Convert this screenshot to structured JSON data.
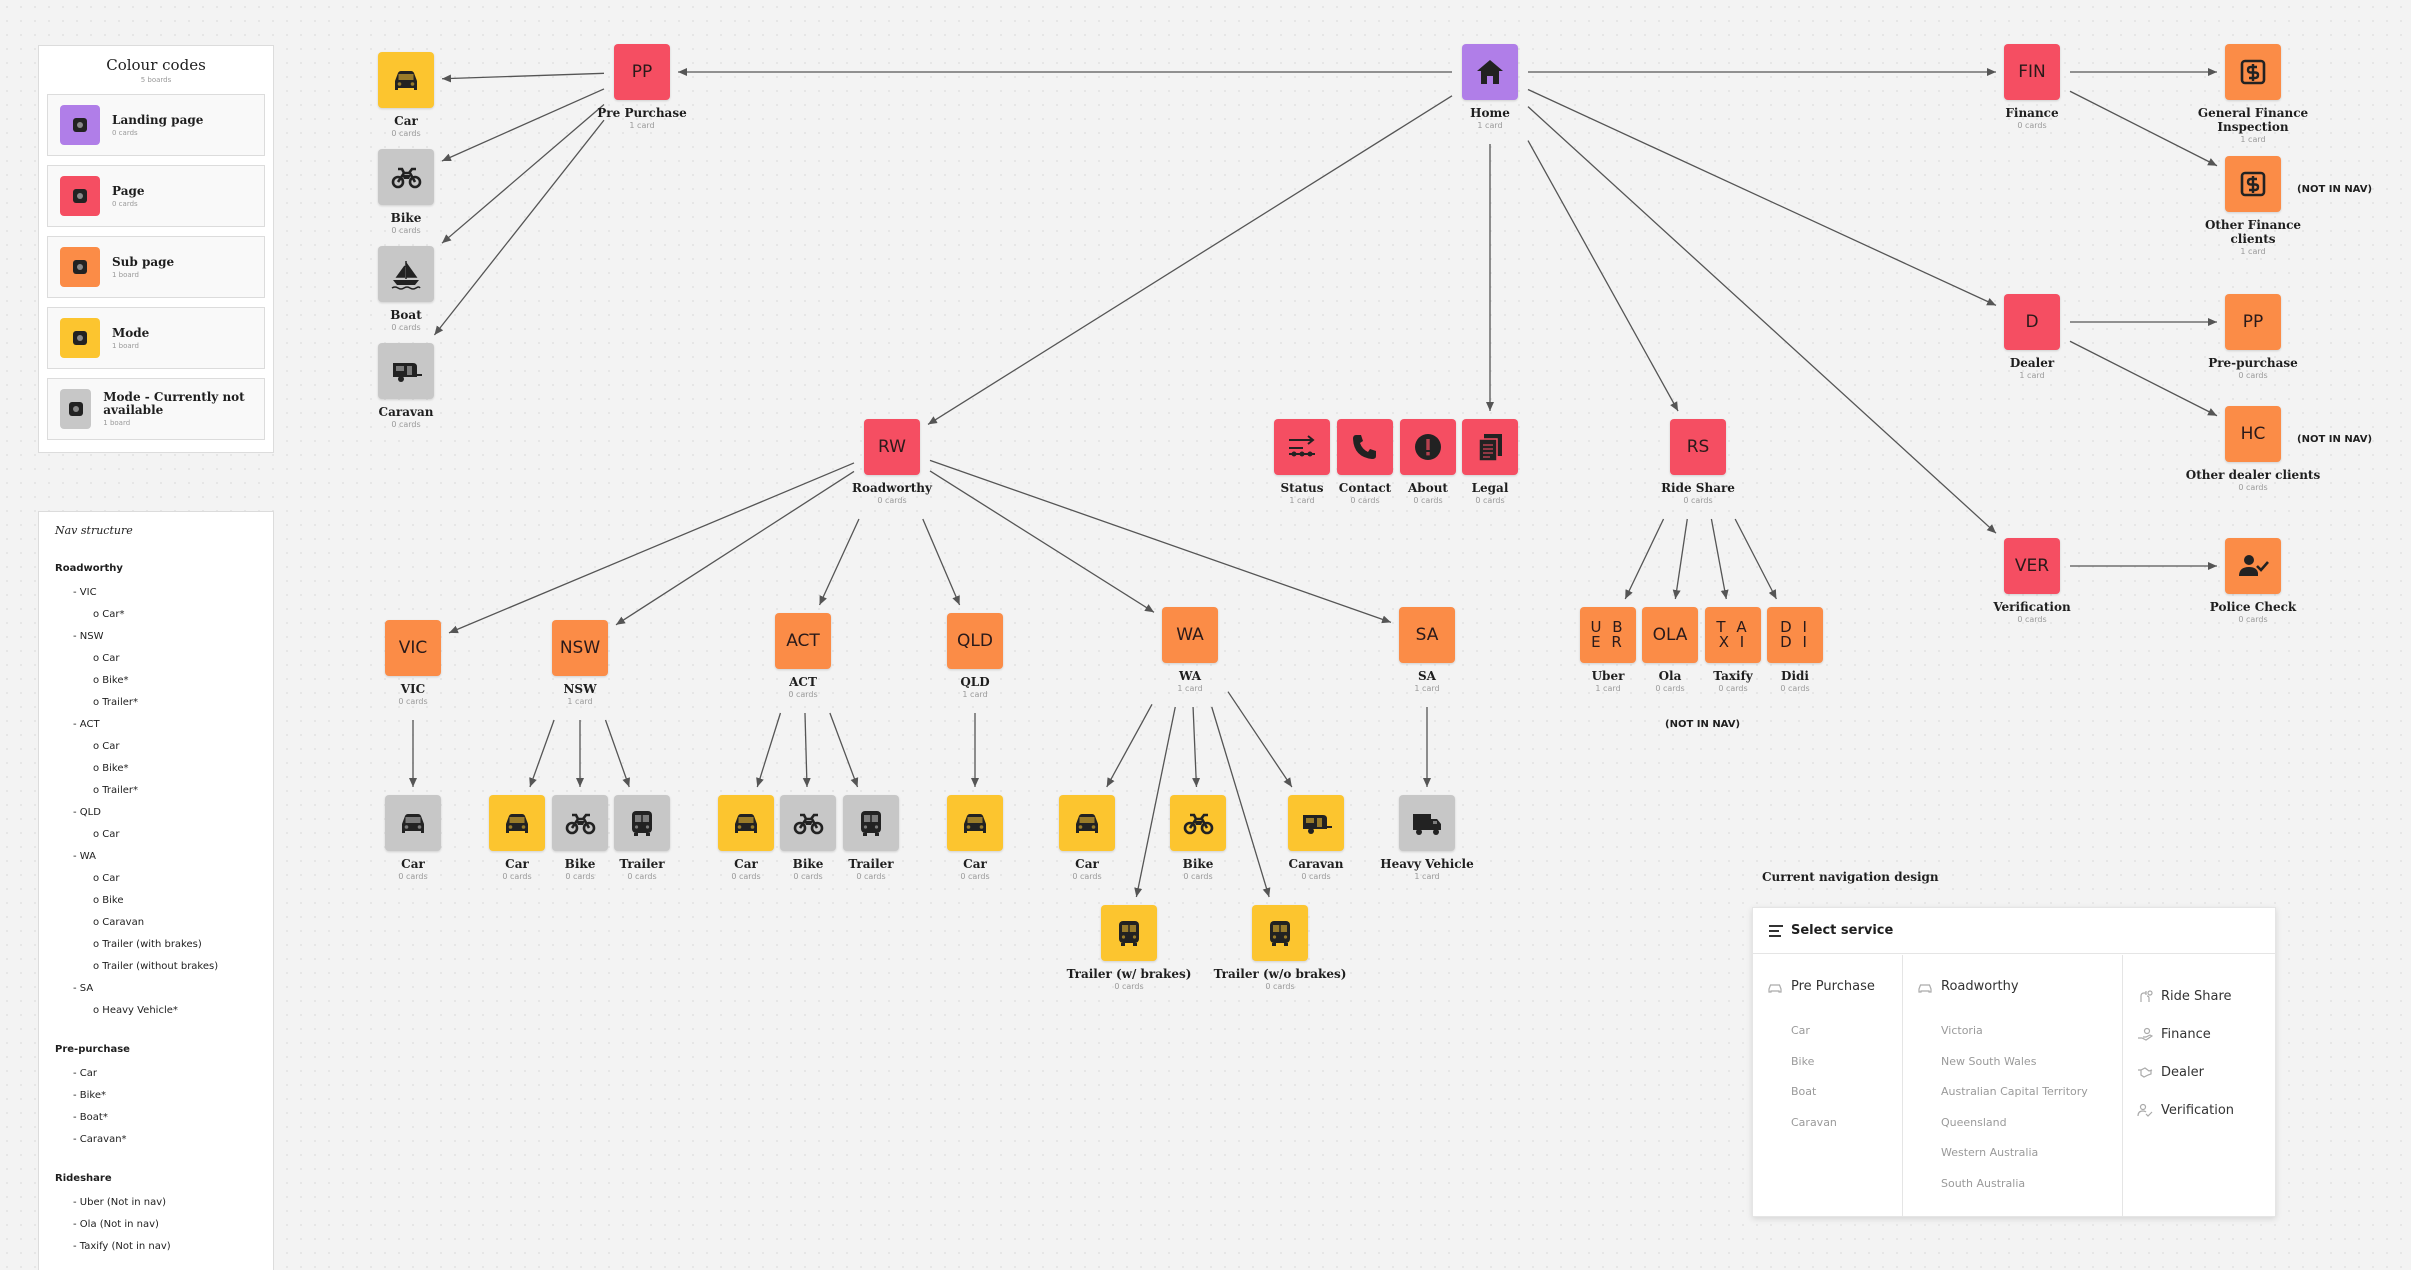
{
  "colors": {
    "landing": "#b07ee8",
    "page": "#f54e62",
    "subpage": "#fb8c47",
    "mode": "#fcc52f",
    "unavailable": "#c7c7c7",
    "edge": "#555555"
  },
  "legend": {
    "title": "Colour codes",
    "count": "5 boards",
    "items": [
      {
        "name": "Landing page",
        "sub": "0 cards",
        "color": "#b07ee8"
      },
      {
        "name": "Page",
        "sub": "0 cards",
        "color": "#f54e62"
      },
      {
        "name": "Sub page",
        "sub": "1 board",
        "color": "#fb8c47"
      },
      {
        "name": "Mode",
        "sub": "1 board",
        "color": "#fcc52f"
      },
      {
        "name": "Mode - Currently not available",
        "sub": "1 board",
        "color": "#c7c7c7"
      }
    ]
  },
  "nodes": {
    "home": {
      "label": "Home",
      "sub": "1 card",
      "icon": "home-icon",
      "kind": "landing"
    },
    "pp": {
      "label": "Pre Purchase",
      "sub": "1 card",
      "tile": "PP",
      "kind": "page"
    },
    "pp_car": {
      "label": "Car",
      "sub": "0 cards",
      "icon": "car-icon",
      "kind": "mode"
    },
    "pp_bike": {
      "label": "Bike",
      "sub": "0 cards",
      "icon": "motorbike-icon",
      "kind": "unavailable"
    },
    "pp_boat": {
      "label": "Boat",
      "sub": "0 cards",
      "icon": "boat-icon",
      "kind": "unavailable"
    },
    "pp_caravan": {
      "label": "Caravan",
      "sub": "0 cards",
      "icon": "caravan-icon",
      "kind": "unavailable"
    },
    "fin": {
      "label": "Finance",
      "sub": "0 cards",
      "tile": "FIN",
      "kind": "page"
    },
    "fin_gen": {
      "label": "General Finance Inspection",
      "sub": "1 card",
      "icon": "dollar-icon",
      "kind": "subpage"
    },
    "fin_other": {
      "label": "Other Finance clients",
      "sub": "1 card",
      "icon": "dollar-icon",
      "kind": "subpage"
    },
    "dealer": {
      "label": "Dealer",
      "sub": "1 card",
      "tile": "D",
      "kind": "page"
    },
    "dealer_pp": {
      "label": "Pre-purchase",
      "sub": "0 cards",
      "tile": "PP",
      "kind": "subpage"
    },
    "dealer_hc": {
      "label": "Other dealer clients",
      "sub": "0 cards",
      "tile": "HC",
      "kind": "subpage"
    },
    "ver": {
      "label": "Verification",
      "sub": "0 cards",
      "tile": "VER",
      "kind": "page"
    },
    "police": {
      "label": "Police Check",
      "sub": "0 cards",
      "icon": "user-check-icon",
      "kind": "subpage"
    },
    "status": {
      "label": "Status",
      "sub": "1 card",
      "icon": "status-icon",
      "kind": "page"
    },
    "contact": {
      "label": "Contact",
      "sub": "0 cards",
      "icon": "phone-icon",
      "kind": "page"
    },
    "about": {
      "label": "About",
      "sub": "0 cards",
      "icon": "alert-icon",
      "kind": "page"
    },
    "legal": {
      "label": "Legal",
      "sub": "0 cards",
      "icon": "document-icon",
      "kind": "page"
    },
    "rs": {
      "label": "Ride Share",
      "sub": "0 cards",
      "tile": "RS",
      "kind": "page"
    },
    "uber": {
      "label": "Uber",
      "sub": "1 card",
      "stack": [
        "U B",
        "E R"
      ],
      "kind": "subpage"
    },
    "ola": {
      "label": "Ola",
      "sub": "0 cards",
      "tile": "OLA",
      "kind": "subpage"
    },
    "taxify": {
      "label": "Taxify",
      "sub": "0 cards",
      "stack": [
        "T A",
        "X I"
      ],
      "kind": "subpage"
    },
    "didi": {
      "label": "Didi",
      "sub": "0 cards",
      "stack": [
        "D I",
        "D I"
      ],
      "kind": "subpage"
    },
    "rw": {
      "label": "Roadworthy",
      "sub": "0 cards",
      "tile": "RW",
      "kind": "page"
    },
    "vic": {
      "label": "VIC",
      "sub": "0 cards",
      "tile": "VIC",
      "kind": "subpage"
    },
    "vic_car": {
      "label": "Car",
      "sub": "0 cards",
      "icon": "car-icon",
      "kind": "unavailable"
    },
    "nsw": {
      "label": "NSW",
      "sub": "1 card",
      "tile": "NSW",
      "kind": "subpage"
    },
    "nsw_car": {
      "label": "Car",
      "sub": "0 cards",
      "icon": "car-icon",
      "kind": "mode"
    },
    "nsw_bike": {
      "label": "Bike",
      "sub": "0 cards",
      "icon": "motorbike-icon",
      "kind": "unavailable"
    },
    "nsw_trailer": {
      "label": "Trailer",
      "sub": "0 cards",
      "icon": "trailer-icon",
      "kind": "unavailable"
    },
    "act": {
      "label": "ACT",
      "sub": "0 cards",
      "tile": "ACT",
      "kind": "subpage"
    },
    "act_car": {
      "label": "Car",
      "sub": "0 cards",
      "icon": "car-icon",
      "kind": "mode"
    },
    "act_bike": {
      "label": "Bike",
      "sub": "0 cards",
      "icon": "motorbike-icon",
      "kind": "unavailable"
    },
    "act_trailer": {
      "label": "Trailer",
      "sub": "0 cards",
      "icon": "trailer-icon",
      "kind": "unavailable"
    },
    "qld": {
      "label": "QLD",
      "sub": "1 card",
      "tile": "QLD",
      "kind": "subpage"
    },
    "qld_car": {
      "label": "Car",
      "sub": "0 cards",
      "icon": "car-icon",
      "kind": "mode"
    },
    "wa": {
      "label": "WA",
      "sub": "1 card",
      "tile": "WA",
      "kind": "subpage"
    },
    "wa_car": {
      "label": "Car",
      "sub": "0 cards",
      "icon": "car-icon",
      "kind": "mode"
    },
    "wa_bike": {
      "label": "Bike",
      "sub": "0 cards",
      "icon": "motorbike-icon",
      "kind": "mode"
    },
    "wa_caravan": {
      "label": "Caravan",
      "sub": "0 cards",
      "icon": "caravan-icon",
      "kind": "mode"
    },
    "wa_trailer_wb": {
      "label": "Trailer (w/ brakes)",
      "sub": "0 cards",
      "icon": "trailer-icon",
      "kind": "mode"
    },
    "wa_trailer_wob": {
      "label": "Trailer (w/o brakes)",
      "sub": "0 cards",
      "icon": "trailer-icon",
      "kind": "mode"
    },
    "sa": {
      "label": "SA",
      "sub": "1 card",
      "tile": "SA",
      "kind": "subpage"
    },
    "sa_hv": {
      "label": "Heavy Vehicle",
      "sub": "1 card",
      "icon": "truck-icon",
      "kind": "unavailable"
    }
  },
  "notes": {
    "fin_other": "(NOT IN NAV)",
    "dealer_hc": "(NOT IN NAV)",
    "rideshare": "(NOT IN NAV)"
  },
  "nav_structure": {
    "title": "Nav structure",
    "sections": [
      {
        "name": "Roadworthy",
        "items": [
          {
            "label": "VIC",
            "children": [
              "Car*"
            ]
          },
          {
            "label": "NSW",
            "children": [
              "Car",
              "Bike*",
              "Trailer*"
            ]
          },
          {
            "label": "ACT",
            "children": [
              "Car",
              "Bike*",
              "Trailer*"
            ]
          },
          {
            "label": "QLD",
            "children": [
              "Car"
            ]
          },
          {
            "label": "WA",
            "children": [
              "Car",
              "Bike",
              "Caravan",
              "Trailer (with brakes)",
              "Trailer (without brakes)"
            ]
          },
          {
            "label": "SA",
            "children": [
              "Heavy Vehicle*"
            ]
          }
        ]
      },
      {
        "name": "Pre-purchase",
        "items": [
          {
            "label": "Car",
            "children": []
          },
          {
            "label": "Bike*",
            "children": []
          },
          {
            "label": "Boat*",
            "children": []
          },
          {
            "label": "Caravan*",
            "children": []
          }
        ]
      },
      {
        "name": "Rideshare",
        "items": [
          {
            "label": "Uber (Not in nav)",
            "children": []
          },
          {
            "label": "Ola (Not in nav)",
            "children": []
          },
          {
            "label": "Taxify (Not in nav)",
            "children": []
          }
        ]
      }
    ]
  },
  "current_nav": {
    "title": "Current navigation design",
    "header": "Select service",
    "col1": {
      "title": "Pre Purchase",
      "icon": "car-outline-icon",
      "items": [
        "Car",
        "Bike",
        "Boat",
        "Caravan"
      ]
    },
    "col2": {
      "title": "Roadworthy",
      "icon": "car-outline-icon",
      "items": [
        "Victoria",
        "New South Wales",
        "Australian Capital Territory",
        "Queensland",
        "Western Australia",
        "South Australia"
      ]
    },
    "col3": [
      {
        "title": "Ride Share",
        "icon": "rideshare-icon"
      },
      {
        "title": "Finance",
        "icon": "finance-hand-icon"
      },
      {
        "title": "Dealer",
        "icon": "handshake-icon"
      },
      {
        "title": "Verification",
        "icon": "verify-user-icon"
      }
    ]
  }
}
